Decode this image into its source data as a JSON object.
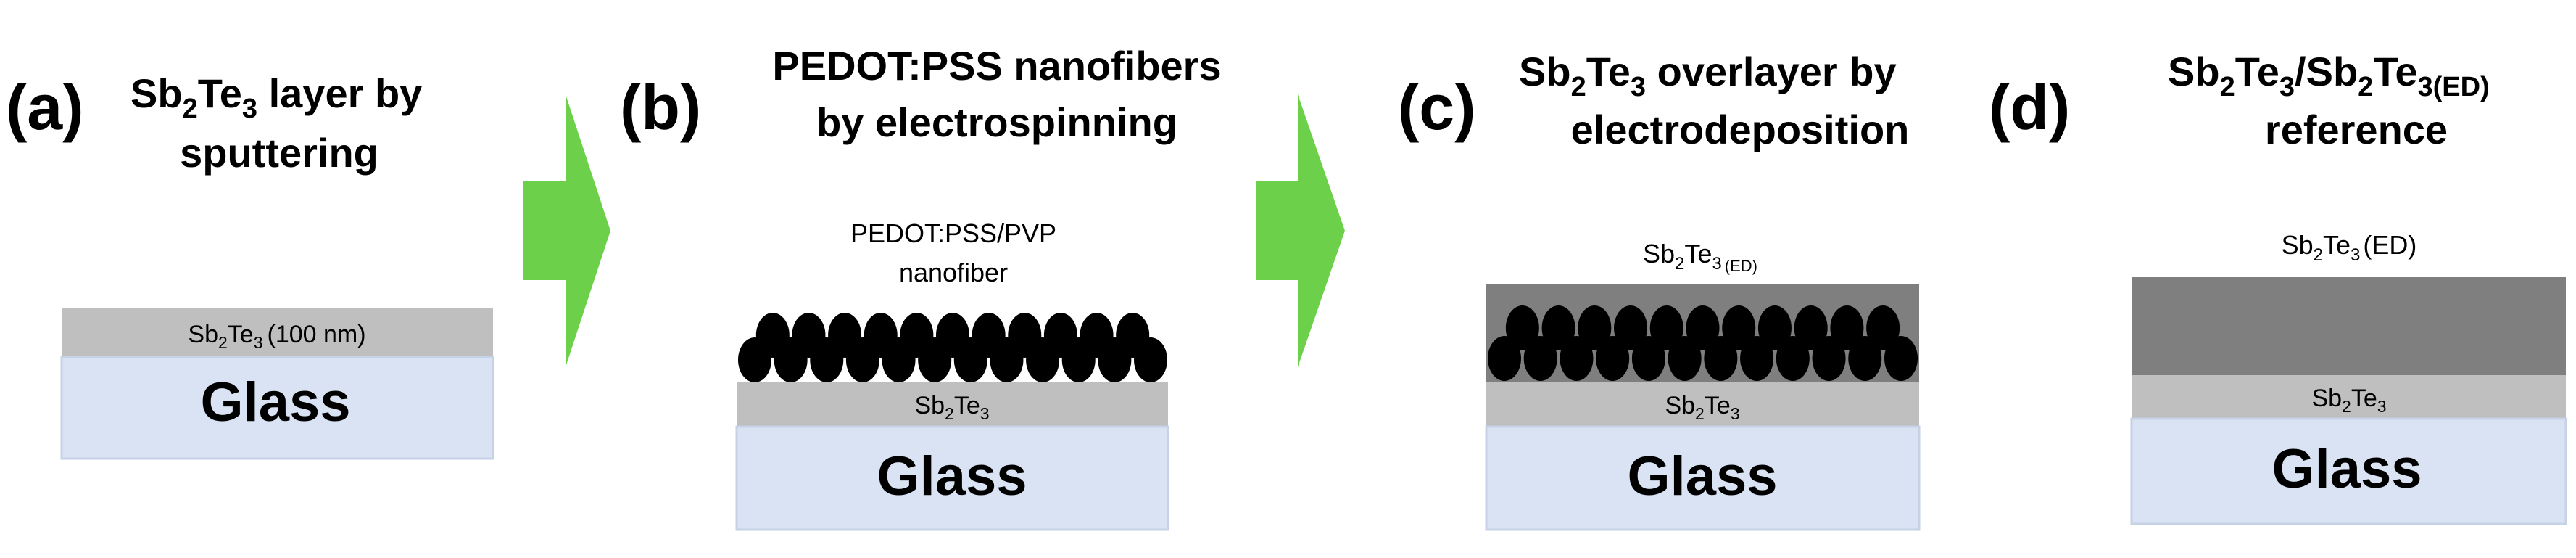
{
  "colors": {
    "glass": "#dae3f3",
    "glass_edge": "#c6d2e6",
    "sb2te3": "#bfbfbf",
    "sb2te3_ed": "#7f7f7f",
    "fiber": "#000000",
    "arrow": "#6cd04a"
  },
  "panels": [
    {
      "letter": "(a)",
      "title_line1": {
        "pre": "Sb",
        "sub1": "2",
        "mid": "Te",
        "sub2": "3",
        "post": " layer by"
      },
      "title_line2": "sputtering",
      "layer_label": {
        "pre": "Sb",
        "sub1": "2",
        "mid": "Te",
        "sub2": "3",
        "post": "(100 nm)"
      },
      "glass_label": "Glass"
    },
    {
      "letter": "(b)",
      "title_line1": "PEDOT:PSS nanofibers",
      "title_line2": "by electrospinning",
      "fiber_label_line1": "PEDOT:PSS/PVP",
      "fiber_label_line2": "nanofiber",
      "layer_label": {
        "pre": "Sb",
        "sub1": "2",
        "mid": "Te",
        "sub2": "3"
      },
      "glass_label": "Glass"
    },
    {
      "letter": "(c)",
      "title_line1": {
        "pre": "Sb",
        "sub1": "2",
        "mid": "Te",
        "sub2": "3",
        "post": " overlayer by"
      },
      "title_line2": "electrodeposition",
      "overlayer_label": {
        "pre": "Sb",
        "sub1": "2",
        "mid": "Te",
        "sub2": "3",
        "post": "(ED)"
      },
      "layer_label": {
        "pre": "Sb",
        "sub1": "2",
        "mid": "Te",
        "sub2": "3"
      },
      "glass_label": "Glass"
    },
    {
      "letter": "(d)",
      "title_line1": {
        "a": "Sb",
        "a_sub": "2",
        "b": "Te",
        "b_sub": "3",
        "sep": "/",
        "c": "Sb",
        "c_sub": "2",
        "d": "Te",
        "d_sub": "3(ED)"
      },
      "title_line2": "reference",
      "overlayer_label": {
        "pre": "Sb",
        "sub1": "2",
        "mid": "Te",
        "sub2": "3",
        "post": "(ED)"
      },
      "layer_label": {
        "pre": "Sb",
        "sub1": "2",
        "mid": "Te",
        "sub2": "3"
      },
      "glass_label": "Glass"
    }
  ]
}
